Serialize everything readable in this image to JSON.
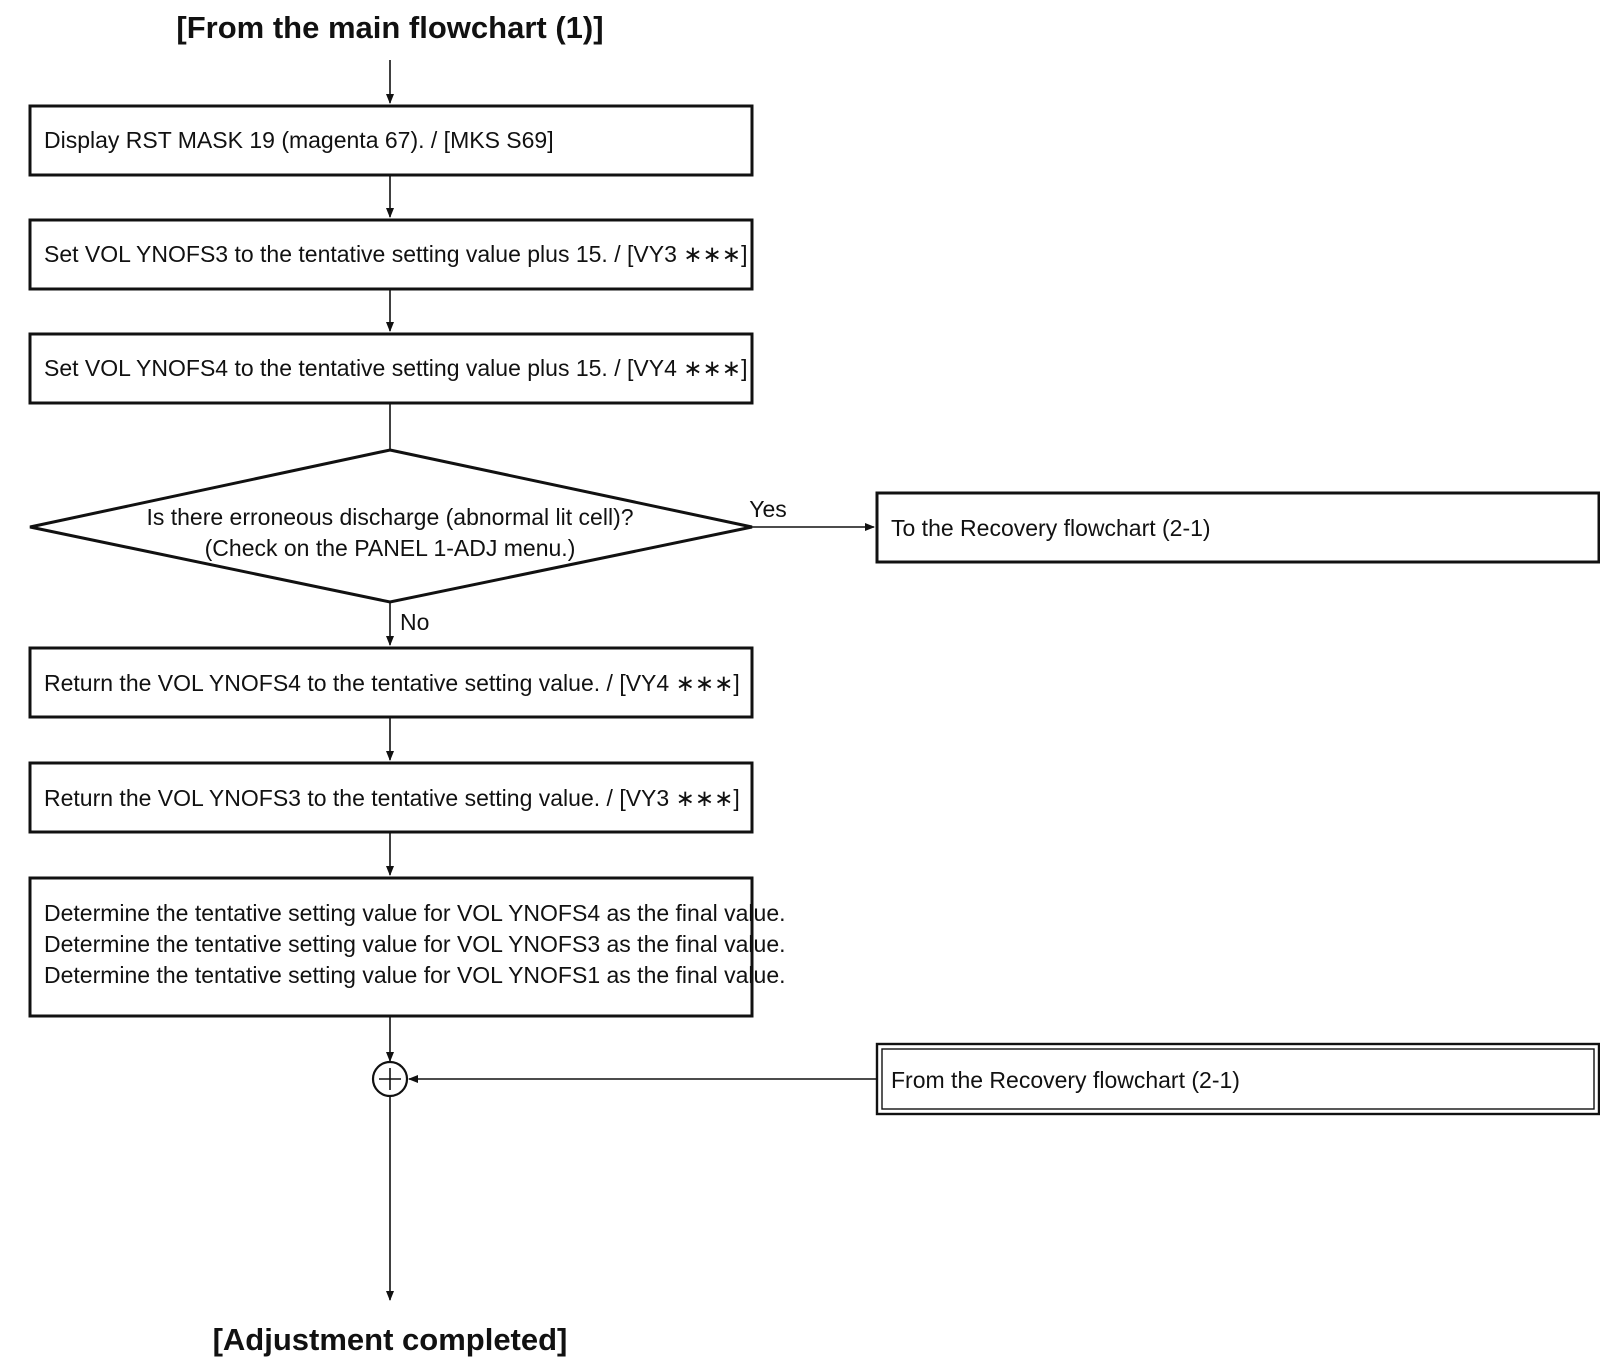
{
  "title_top": "[From the main flowchart (1)]",
  "title_bottom": "[Adjustment completed]",
  "steps": [
    "Display RST MASK 19 (magenta 67). / [MKS S69]",
    "Set VOL YNOFS3 to the tentative setting value plus 15. / [VY3 ∗∗∗]",
    "Set VOL YNOFS4 to the tentative setting value plus 15. / [VY4 ∗∗∗]",
    "Return the VOL YNOFS4 to the tentative setting value. / [VY4 ∗∗∗]",
    "Return the VOL YNOFS3 to the tentative setting value. / [VY3 ∗∗∗]"
  ],
  "final_lines": [
    "Determine the tentative setting value for VOL YNOFS4 as the final value.",
    "Determine the tentative setting value for VOL YNOFS3 as the final value.",
    "Determine the tentative setting value for VOL YNOFS1 as the final value."
  ],
  "decision": {
    "line1": "Is there erroneous discharge (abnormal lit cell)?",
    "line2": "(Check on the PANEL 1-ADJ menu.)",
    "yes_label": "Yes",
    "no_label": "No"
  },
  "to_recovery": "To the Recovery flowchart (2-1)",
  "from_recovery": "From the Recovery flowchart (2-1)"
}
